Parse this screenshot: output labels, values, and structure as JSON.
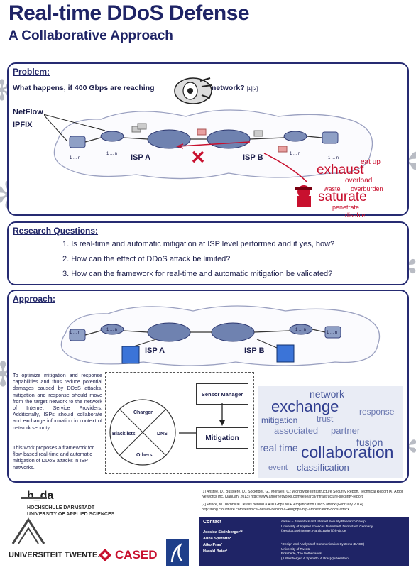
{
  "header": {
    "title": "Real-time DDoS Defense",
    "subtitle": "A Collaborative Approach"
  },
  "problem": {
    "heading": "Problem:",
    "question_pre": "What happens, if 400 Gbps are reaching",
    "question_post": "network?",
    "refs": "[1][2]",
    "netflow": "NetFlow",
    "ipfix": "IPFIX",
    "node_label": "1 ... n",
    "isp_a": "ISP A",
    "isp_b": "ISP B",
    "effects": [
      "eat up",
      "exhaust",
      "overload",
      "waste",
      "overburden",
      "saturate",
      "penetrate",
      "disable"
    ]
  },
  "research": {
    "heading": "Research Questions:",
    "questions": [
      "1. Is real-time and automatic mitigation at ISP level performed and if yes, how?",
      "2. How can the effect of DDoS attack be limited?",
      "3. How can the framework for real-time and automatic mitigation be validated?"
    ]
  },
  "approach": {
    "heading": "Approach:",
    "node_label": "1 ... n",
    "isp_a": "ISP A",
    "isp_b": "ISP B",
    "para1": "To optimize mitigation and response capabilities and thus reduce potential damages caused by DDoS attacks, mitigation and response should move from the target network to the network of Internet Service Providers. Additionally, ISPs should collaborate and exchange information in context of network security.",
    "para2": "This work proposes a framework for flow-based real-time and automatic mitigation of DDoS attacks in ISP networks.",
    "circle": {
      "top": "Chargen",
      "left": "Blacklists",
      "center": "DNS",
      "bottom": "Others"
    },
    "sensor_manager": "Sensor Manager",
    "mitigation": "Mitigation",
    "cloud_words": [
      "network",
      "exchange",
      "response",
      "mitigation",
      "trust",
      "associated",
      "partner",
      "fusion",
      "real time",
      "collaboration",
      "event",
      "classification"
    ]
  },
  "references": [
    "[1]  Anstee, D., Bussiere, D., Sockrider, G., Morales, C.: Worldwide Infrastructure Security Report. Technical Report IX, Arbor Networks Inc. (January 2013) http://www.arbornetworks.com/research/infrastructure-security-report.",
    "[2]  Prince, M. Technical Details behind a 400 Gbps NTP Amplification DDoS attack (February 2014) http://blog.cloudflare.com/technical-details-behind-a-400gbps-ntp-amplification-ddos-attack"
  ],
  "contact": {
    "heading": "Contact",
    "people": [
      "Jessica Steinberger¹²",
      "Anna Sperotto²",
      "Aiko Pras²",
      "Harald Baier¹"
    ],
    "affil1": [
      "da/sec – Biometrics and Internet Security Research Group,",
      "University of Applied Sciences Darmstadt, Darmstadt, Germany",
      "{Jessica.Steinberger, Harald.Baier}@h-da.de"
    ],
    "affil2": [
      "¹Design and Analysis of Communication Systems (DACS)",
      "University of Twente",
      "Enschede, The Netherlands",
      "{J.Steinberger, A.Sperotto, A.Pras}@utwente.nl"
    ]
  },
  "logos": {
    "hda_mark": "h_da",
    "hda_line1": "HOCHSCHULE DARMSTADT",
    "hda_line2": "UNIVERSITY OF APPLIED SCIENCES",
    "twente": "UNIVERSITEIT TWENTE.",
    "cased": "CASED"
  },
  "colors": {
    "navy": "#262b72",
    "red": "#c8102e",
    "cloud_blue": "#2f3d8f"
  }
}
